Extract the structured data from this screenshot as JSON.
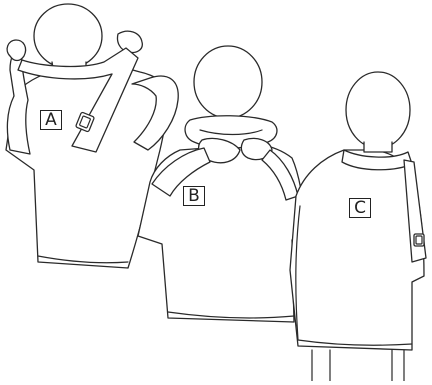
{
  "figure": {
    "step_labels": {
      "a": "A",
      "b": "B",
      "c": "C"
    },
    "icons": [
      "control-button-icon"
    ]
  }
}
